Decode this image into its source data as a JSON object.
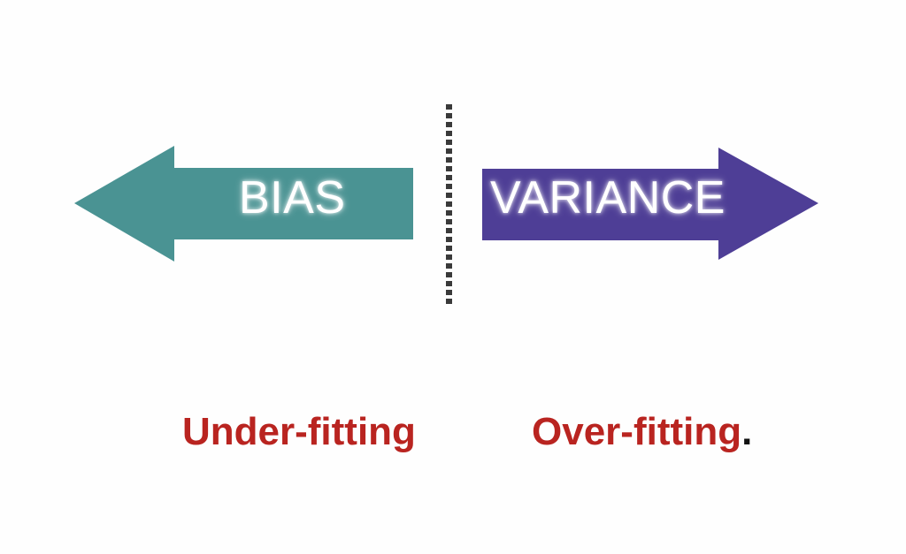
{
  "diagram": {
    "title": "Bias-Variance tradeoff arrows",
    "background_color": "#fefefe",
    "left_arrow": {
      "label": "BIAS",
      "color": "#4a9393",
      "direction": "left",
      "icon": "arrow-left-icon"
    },
    "right_arrow": {
      "label": "VARIANCE",
      "color": "#4e3e96",
      "direction": "right",
      "icon": "arrow-right-icon"
    },
    "divider": {
      "style": "dotted",
      "color": "#3a3a3a"
    }
  },
  "captions": {
    "left": {
      "text": "Under-fitting",
      "color": "#b92420"
    },
    "right": {
      "text": "Over-fitting",
      "period": ".",
      "color": "#b92420",
      "period_color": "#111111"
    }
  }
}
